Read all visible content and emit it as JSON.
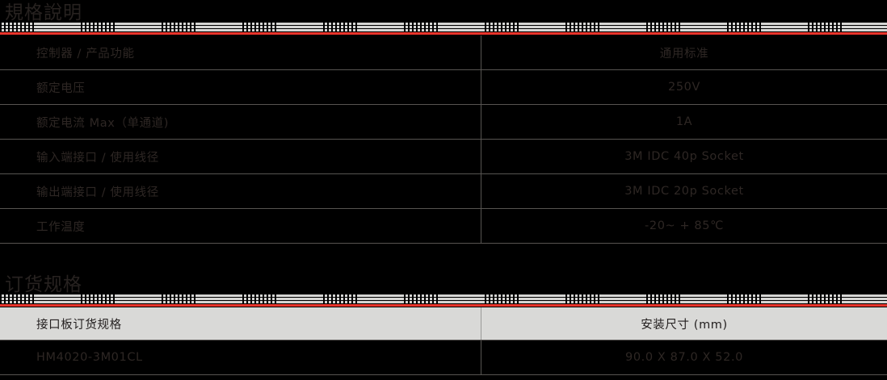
{
  "theme": {
    "background": "#000000",
    "text": "#2e2724",
    "accent_red": "#e8342b",
    "divider_gray": "#d6d6d4",
    "header_row_bg": "#d9d9d7",
    "rule": "#575451"
  },
  "sections": [
    {
      "id": "specification",
      "title": "規格說明",
      "table": {
        "has_header_row": false,
        "columns": [
          "控制器 / 产品功能",
          "通用标准"
        ],
        "rows": [
          {
            "label": "控制器 / 产品功能",
            "value": "通用标准"
          },
          {
            "label": "额定电压",
            "value": "250V"
          },
          {
            "label": "额定电流 Max（单通道)",
            "value": "1A"
          },
          {
            "label": "输入端接口 / 使用线径",
            "value": "3M  IDC  40p  Socket"
          },
          {
            "label": "输出端接口 / 使用线径",
            "value": "3M  IDC  20p  Socket"
          },
          {
            "label": "工作温度",
            "value": "-20~ + 85℃"
          }
        ]
      }
    },
    {
      "id": "ordering",
      "title": "订货规格",
      "table": {
        "has_header_row": true,
        "header": {
          "label": "接口板订货规格",
          "value": "安装尺寸 (mm)"
        },
        "rows": [
          {
            "label": "HM4020-3M01CL",
            "value": "90.0 X 87.0 X 52.0"
          }
        ]
      }
    }
  ]
}
